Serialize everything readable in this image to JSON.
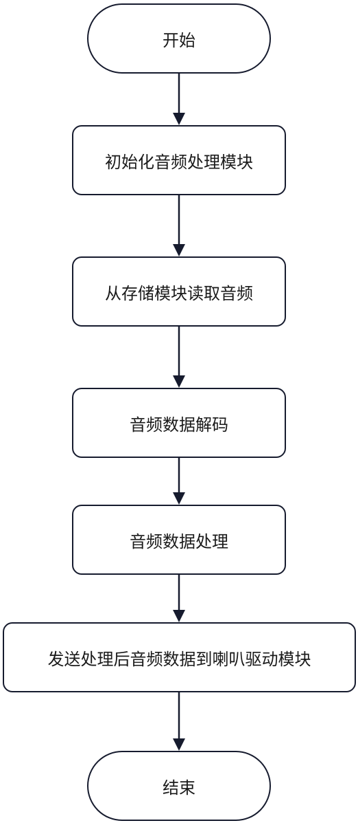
{
  "flowchart": {
    "nodes": [
      {
        "id": "start",
        "shape": "terminal",
        "label": "开始"
      },
      {
        "id": "init",
        "shape": "process",
        "label": "初始化音频处理模块"
      },
      {
        "id": "read",
        "shape": "process",
        "label": "从存储模块读取音频"
      },
      {
        "id": "decode",
        "shape": "process",
        "label": "音频数据解码"
      },
      {
        "id": "process",
        "shape": "process",
        "label": "音频数据处理"
      },
      {
        "id": "send",
        "shape": "process",
        "label": "发送处理后音频数据到喇叭驱动模块"
      },
      {
        "id": "end",
        "shape": "terminal",
        "label": "结束"
      }
    ],
    "edges": [
      {
        "from": "start",
        "to": "init"
      },
      {
        "from": "init",
        "to": "read"
      },
      {
        "from": "read",
        "to": "decode"
      },
      {
        "from": "decode",
        "to": "process"
      },
      {
        "from": "process",
        "to": "send"
      },
      {
        "from": "send",
        "to": "end"
      }
    ],
    "colors": {
      "stroke": "#161b2e",
      "fill": "#ffffff",
      "text": "#1a1a1a"
    }
  }
}
